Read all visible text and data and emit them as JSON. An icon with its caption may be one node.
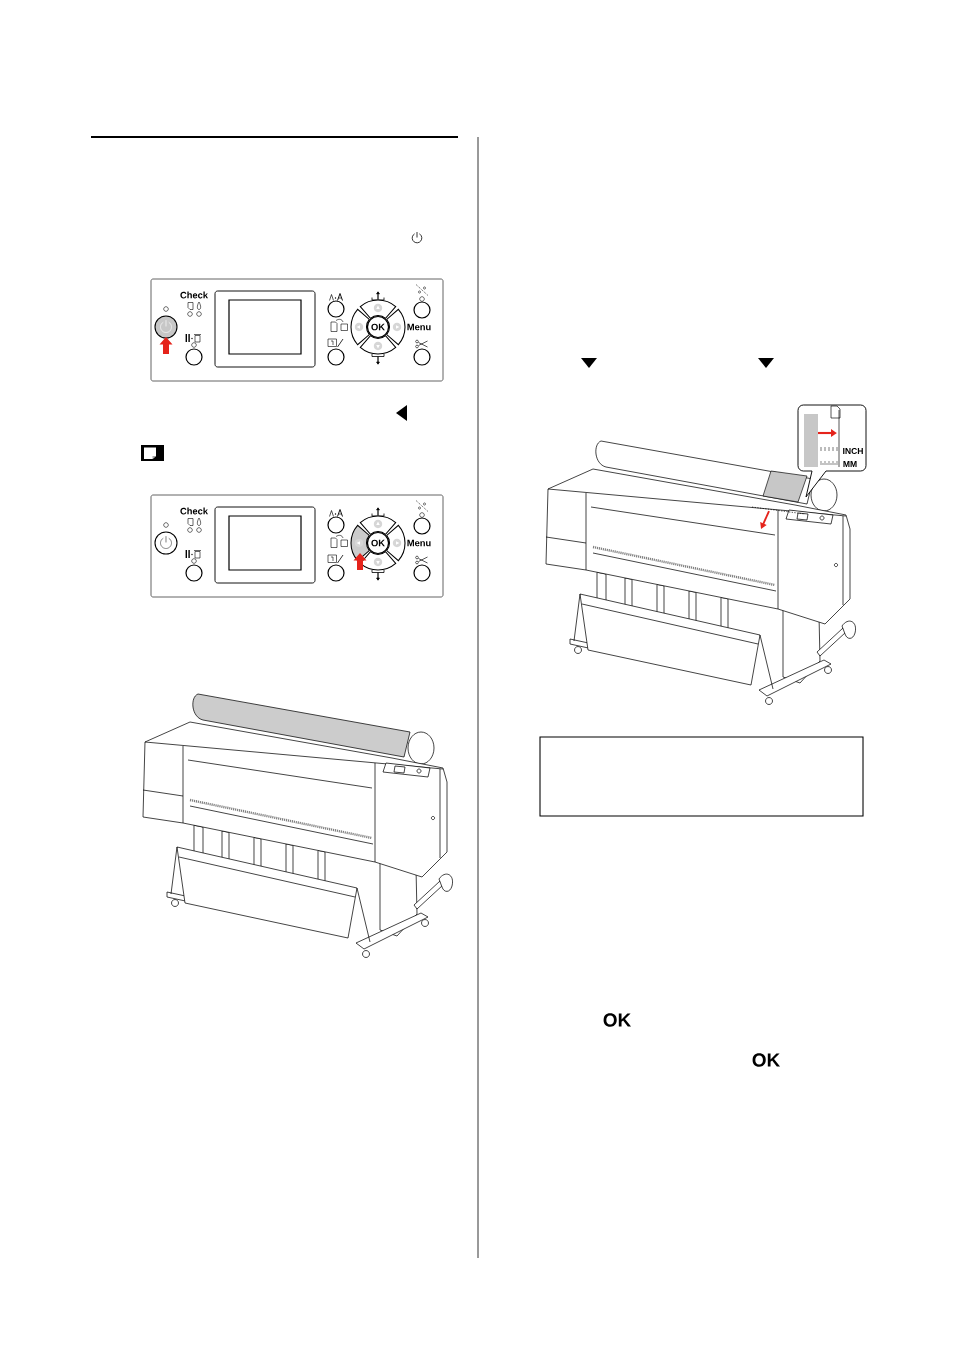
{
  "diagram": {
    "nodes": [
      {
        "text": [],
        "shape": "box"
      }
    ],
    "labels": [
      "Check",
      "OK",
      "Menu",
      "Check",
      "OK",
      "Menu",
      "INCH",
      "MM",
      "OK",
      "OK"
    ]
  }
}
